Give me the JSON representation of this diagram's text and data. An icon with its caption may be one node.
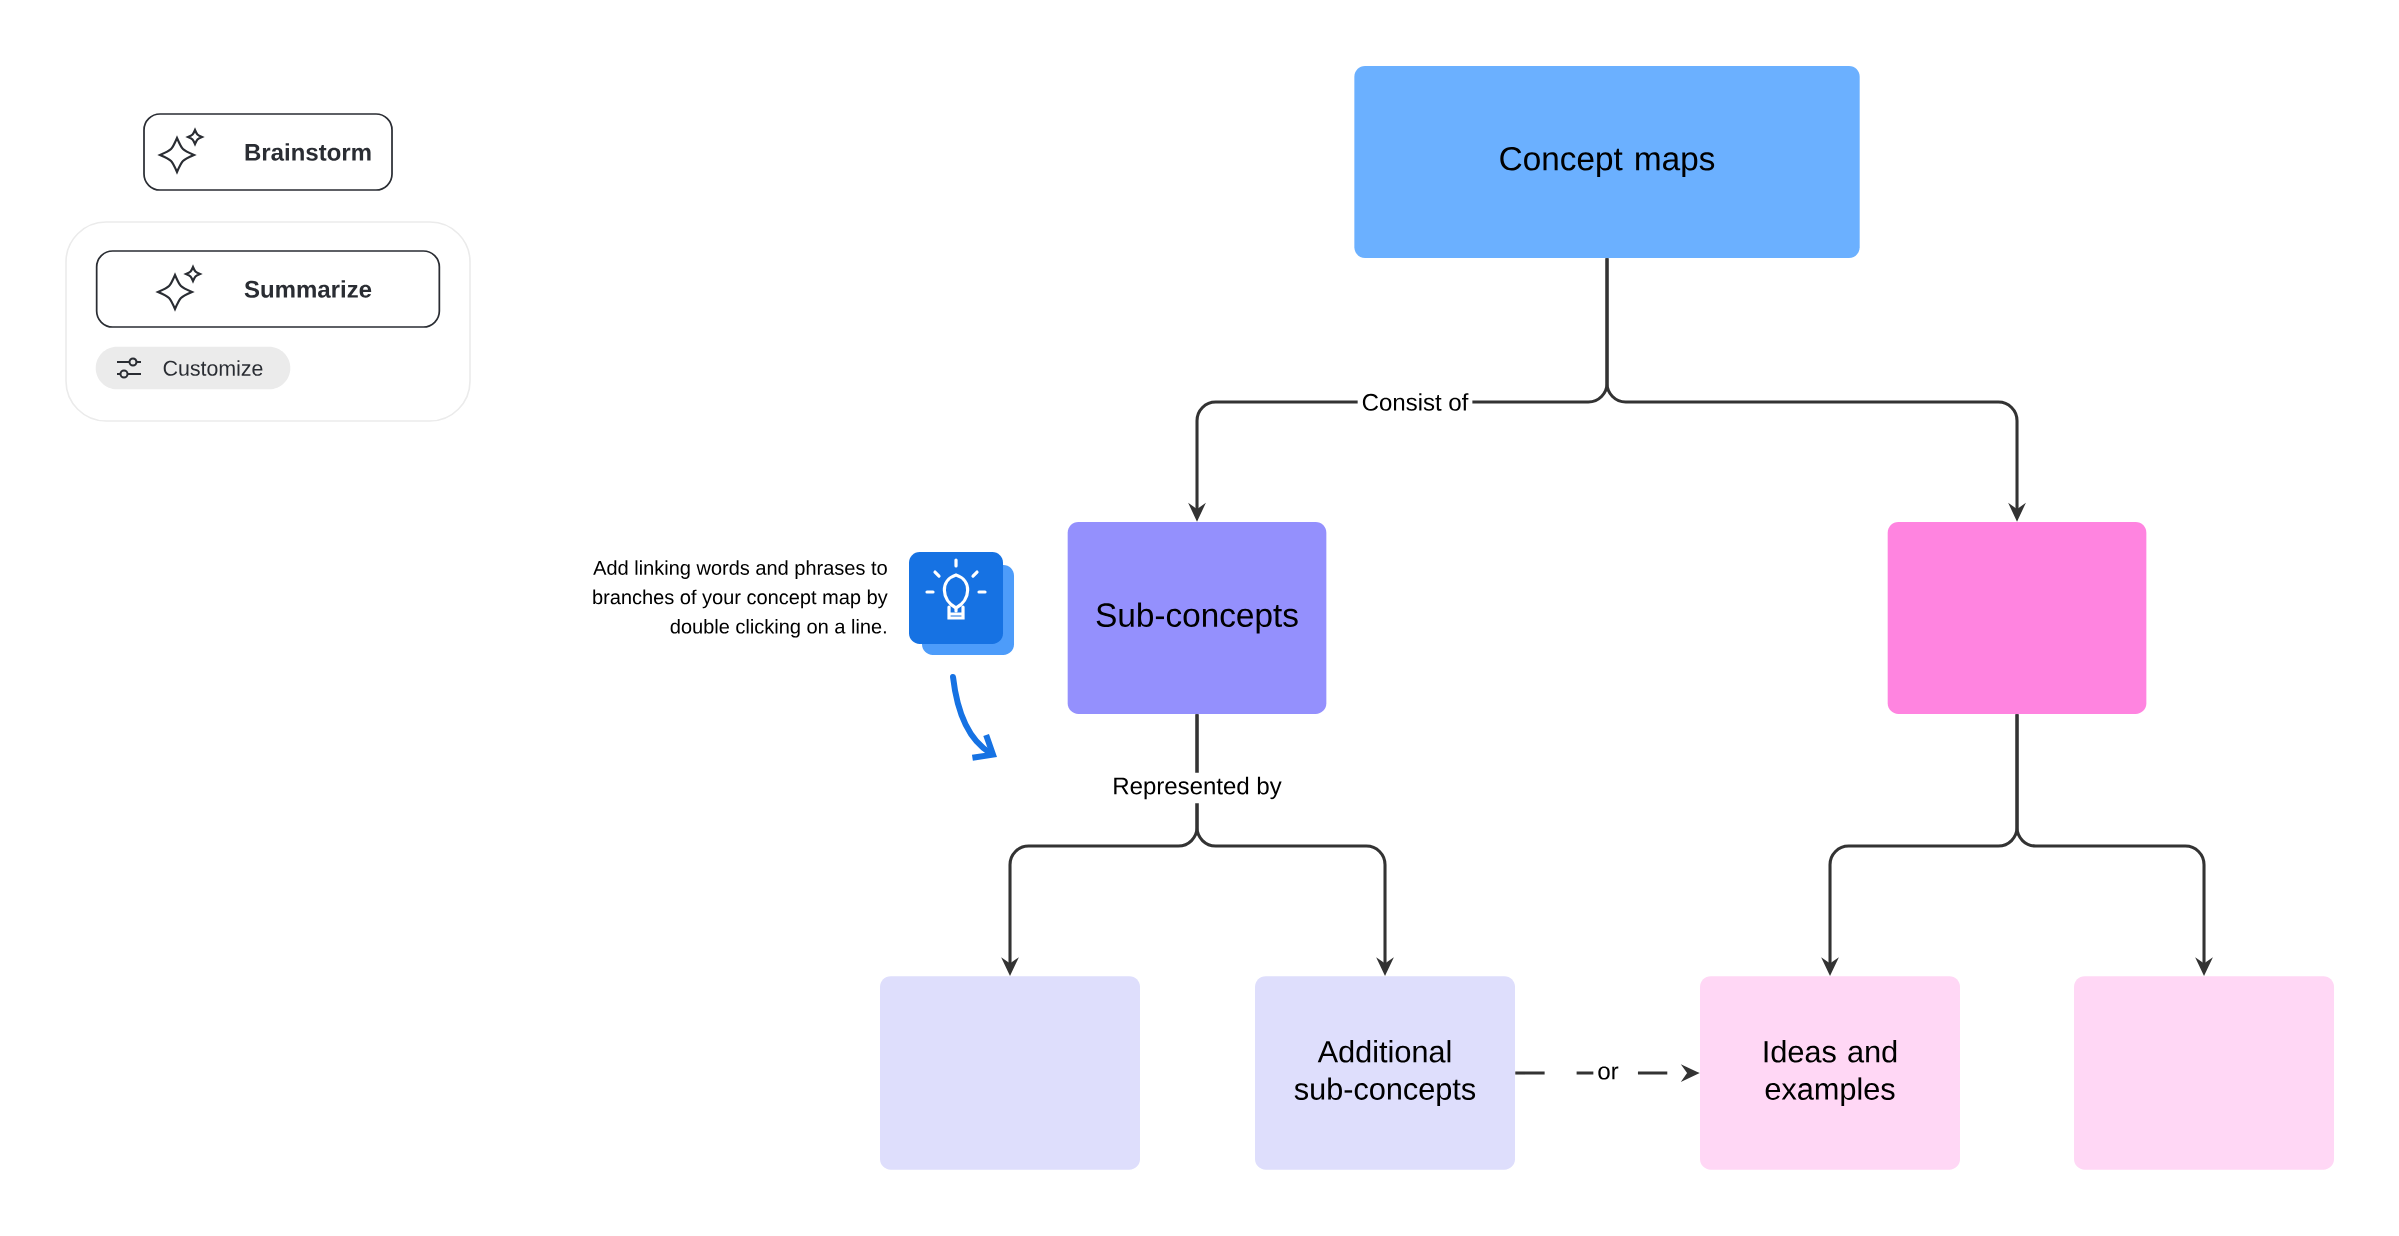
{
  "diagram": {
    "nodes": [
      {
        "text": [
          "Concept maps"
        ]
      },
      {
        "text": [
          "Sub-concepts"
        ]
      },
      {
        "text": [],
        "shape": "box"
      },
      {
        "text": [],
        "shape": "box"
      },
      {
        "text": [
          "Additional sub-concepts"
        ]
      },
      {
        "text": [
          "Ideas and examples"
        ]
      },
      {
        "text": [],
        "shape": "box"
      },
      {
        "text": [
          "Brainstorm"
        ]
      },
      {
        "text": [
          "Summarize"
        ]
      },
      {
        "text": [
          "Customize"
        ]
      }
    ],
    "edges": [
      {
        "from": 0,
        "to": 1,
        "arrow": "to",
        "label": "Consist of"
      },
      {
        "from": 0,
        "to": 2,
        "arrow": "to"
      },
      {
        "from": 1,
        "to": 3,
        "arrow": "to",
        "label": "Represented by"
      },
      {
        "from": 1,
        "to": 4,
        "arrow": "to"
      },
      {
        "from": 2,
        "to": 5,
        "arrow": "to"
      },
      {
        "from": 2,
        "to": 6,
        "arrow": "to"
      },
      {
        "from": 4,
        "to": 5,
        "arrow": "to",
        "label": "or",
        "style": "dashed"
      }
    ],
    "labels": [
      "Add linking words and phrases to branches of your concept map by double clicking on a line."
    ]
  }
}
